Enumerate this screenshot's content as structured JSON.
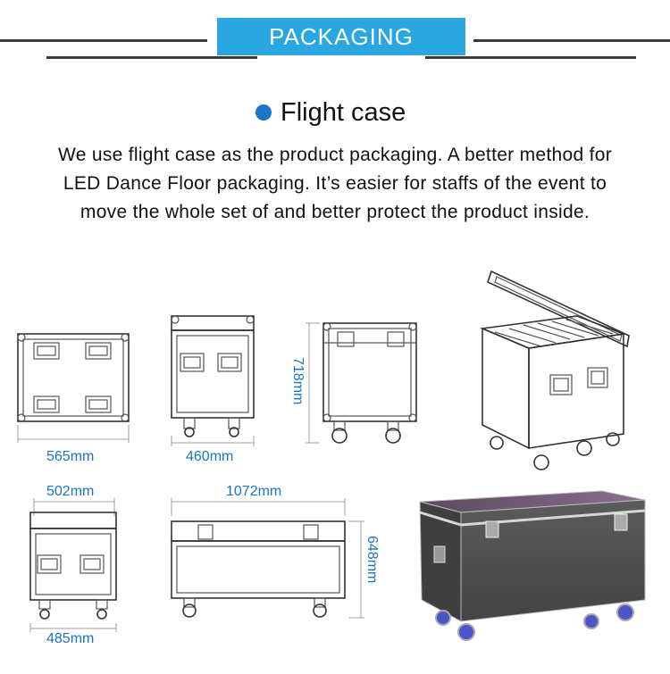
{
  "banner": {
    "title": "PACKAGING"
  },
  "section": {
    "heading": "Flight case",
    "paragraph": "We use flight case as the product packaging. A better method for LED Dance Floor packaging. It’s easier for staffs of the event to move the whole set of and better protect the product inside."
  },
  "dimensions": {
    "top_view_width": "565mm",
    "front_view_width": "460mm",
    "side_view_height": "718mm",
    "small_case_top_width": "502mm",
    "small_case_bottom_width": "485mm",
    "long_case_width": "1072mm",
    "long_case_height": "648mm"
  },
  "colors": {
    "accent": "#2aa6e0",
    "dimension_text": "#1b74c4",
    "dot": "#1b74c4"
  }
}
